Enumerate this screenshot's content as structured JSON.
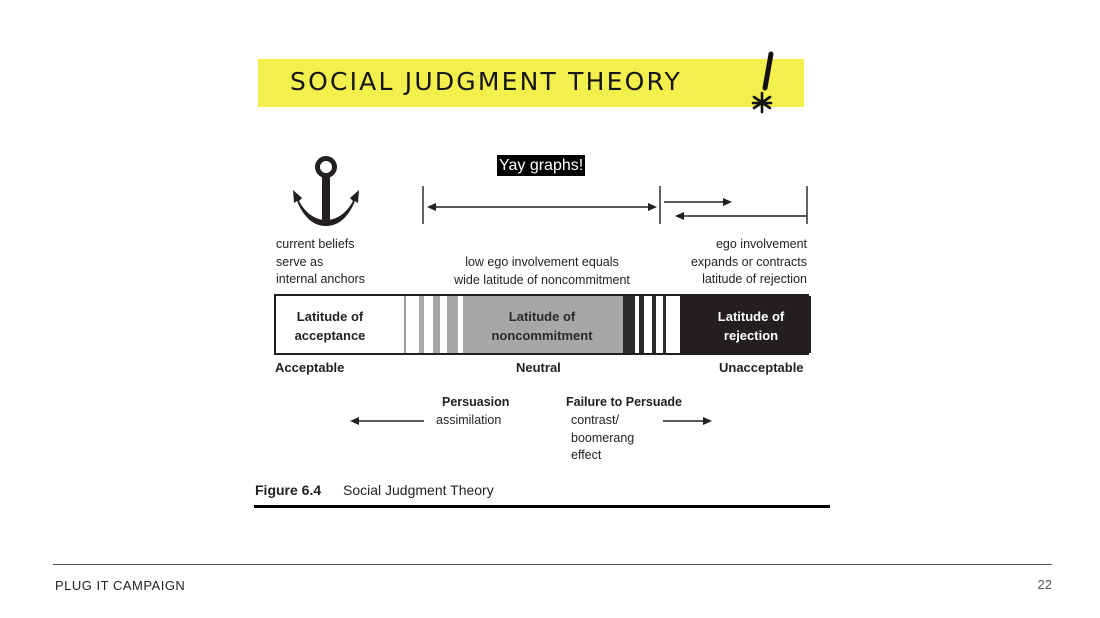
{
  "slide": {
    "title": "SOCIAL JUDGMENT THEORY",
    "callout": "Yay graphs!",
    "footer_label": "PLUG IT CAMPAIGN",
    "page_number": "22",
    "accent_color": "#f3ef4c"
  },
  "figure": {
    "anchor_icon": "anchor-icon",
    "exclamation_icon": "exclamation-doodle-icon",
    "anchors_note": [
      "current beliefs",
      "serve as",
      "internal anchors"
    ],
    "low_ego_note": [
      "low ego involvement equals",
      "wide latitude of noncommitment"
    ],
    "ego_note": [
      "ego involvement",
      "expands or contracts",
      "latitude of rejection"
    ],
    "latitudes": {
      "acceptance": [
        "Latitude of",
        "acceptance"
      ],
      "noncommitment": [
        "Latitude of",
        "noncommitment"
      ],
      "rejection": [
        "Latitude of",
        "rejection"
      ]
    },
    "scale": {
      "acceptable": "Acceptable",
      "neutral": "Neutral",
      "unacceptable": "Unacceptable"
    },
    "persuasion": {
      "heading": "Persuasion",
      "detail": "assimilation"
    },
    "failure": {
      "heading": "Failure to Persuade",
      "detail": [
        "contrast/",
        "boomerang",
        "effect"
      ]
    },
    "caption": {
      "number": "Figure 6.4",
      "text": "Social Judgment Theory"
    }
  }
}
